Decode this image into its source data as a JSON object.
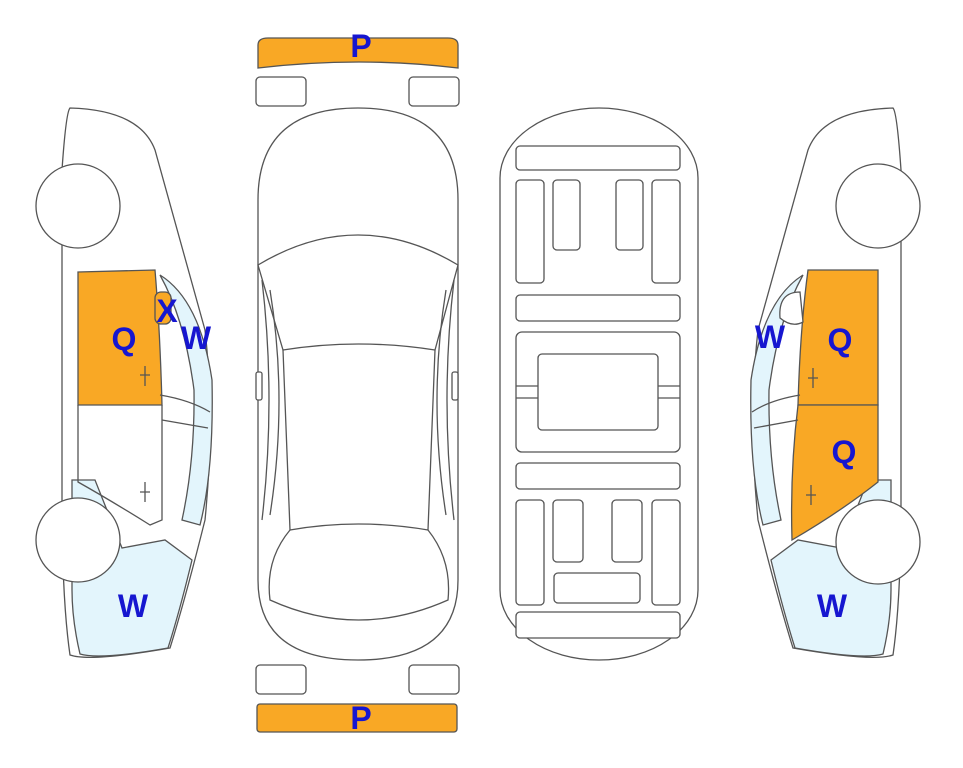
{
  "colors": {
    "panel_orange": "#F9A825",
    "panel_blue": "#E3F5FC",
    "label_text": "#1616D0",
    "outline": "#555555"
  },
  "labels": {
    "front_bumper": "P",
    "rear_bumper": "P",
    "left_front_door": "Q",
    "left_front_window": "X",
    "left_windshield_side": "W",
    "left_rear_quarter": "W",
    "right_windshield_side": "W",
    "right_front_door": "Q",
    "right_rear_door": "Q",
    "right_rear_quarter": "W"
  }
}
